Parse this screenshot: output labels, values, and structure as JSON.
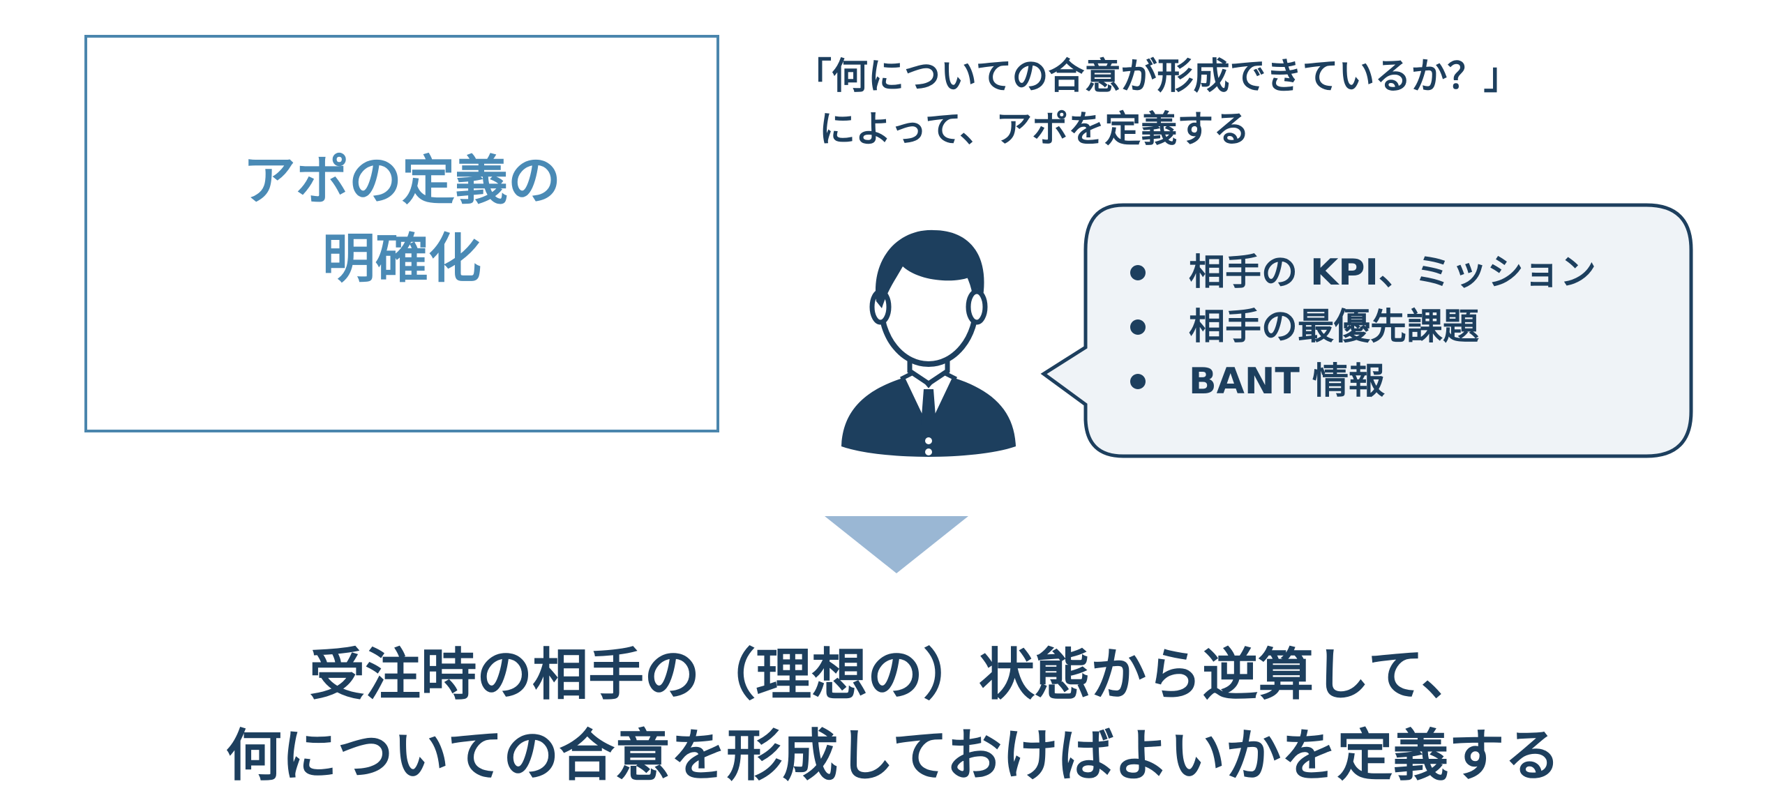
{
  "title_box": {
    "line1": "アポの定義の",
    "line2": "明確化"
  },
  "question": {
    "line1": "「何についての合意が形成できているか？」",
    "line2": "によって、アポを定義する"
  },
  "person_icon": "businessman-avatar-icon",
  "speech_bubble": {
    "items": [
      "相手の KPI、ミッション",
      "相手の最優先課題",
      "BANT 情報"
    ]
  },
  "arrow_icon": "down-triangle-icon",
  "conclusion": {
    "line1": "受注時の相手の（理想の）状態から逆算して、",
    "line2": "何についての合意を形成しておけばよいかを定義する"
  },
  "colors": {
    "navy": "#1d3f5e",
    "accent_blue": "#4a8ab5",
    "box_border": "#4b86ad",
    "bubble_fill": "#eff3f7",
    "arrow": "#9ab7d4"
  }
}
